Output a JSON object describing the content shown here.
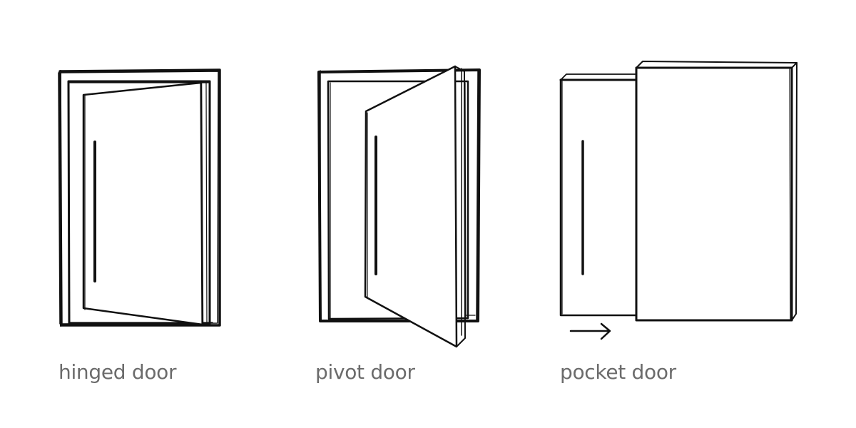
{
  "captions": {
    "hinged": "hinged door",
    "pivot": "pivot door",
    "pocket": "pocket door"
  },
  "colors": {
    "line": "#111111",
    "caption": "#6b6b6b",
    "background": "#ffffff"
  }
}
